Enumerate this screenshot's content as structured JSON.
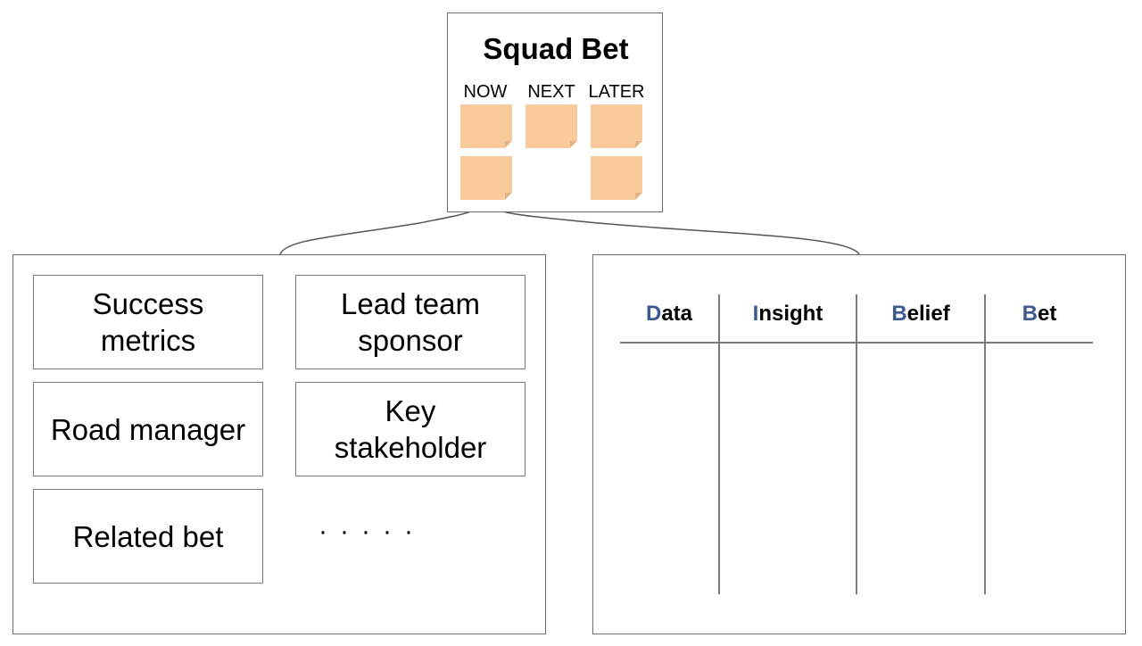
{
  "top_card": {
    "title": "Squad Bet",
    "columns": [
      {
        "label": "NOW",
        "sticky_count": 2
      },
      {
        "label": "NEXT",
        "sticky_count": 1
      },
      {
        "label": "LATER",
        "sticky_count": 2
      }
    ],
    "sticky_color": "#f9cb9c"
  },
  "left_panel": {
    "items": [
      {
        "line1": "Success",
        "line2": "metrics"
      },
      {
        "line1": "Lead team",
        "line2": "sponsor"
      },
      {
        "line1": "Road manager",
        "line2": ""
      },
      {
        "line1": "Key",
        "line2": "stakeholder"
      },
      {
        "line1": "Related bet",
        "line2": ""
      }
    ],
    "ellipsis": "·····"
  },
  "right_panel": {
    "headers": [
      {
        "first": "D",
        "rest": "ata"
      },
      {
        "first": "I",
        "rest": "nsight"
      },
      {
        "first": "B",
        "rest": "elief"
      },
      {
        "first": "B",
        "rest": "et"
      }
    ],
    "accent_color": "#3c5a91"
  }
}
